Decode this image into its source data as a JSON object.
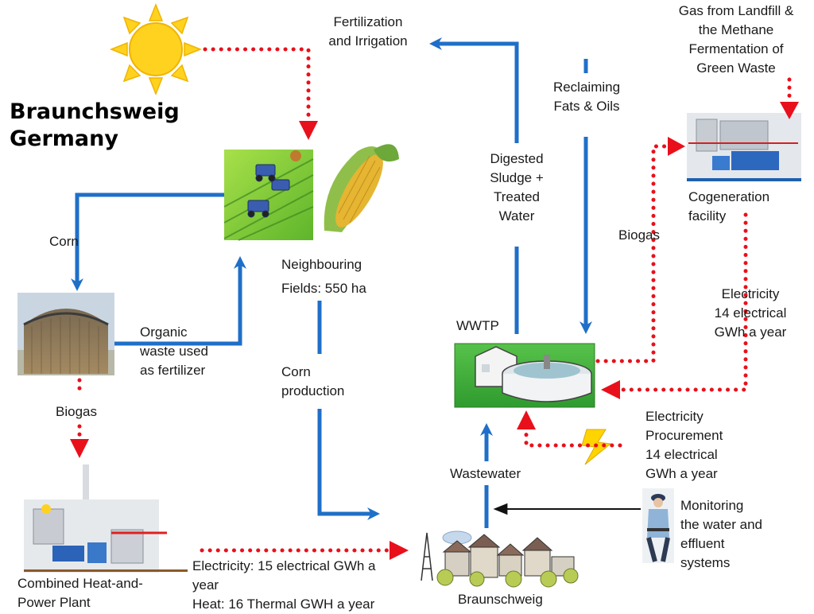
{
  "title": {
    "line1": "Braunchsweig",
    "line2": "Germany"
  },
  "labels": {
    "fertilization_1": "Fertilization",
    "fertilization_2": "and Irrigation",
    "reclaiming_1": "Reclaiming",
    "reclaiming_2": "Fats & Oils",
    "gas_1": "Gas from Landfill &",
    "gas_2": "the Methane",
    "gas_3": "Fermentation of",
    "gas_4": "Green Waste",
    "digested_1": "Digested",
    "digested_2": "Sludge +",
    "digested_3": "Treated",
    "digested_4": "Water",
    "cogeneration_1": "Cogeneration",
    "cogeneration_2": "facility",
    "biogas_right": "Biogas",
    "corn": "Corn",
    "neighbouring_1": "Neighbouring",
    "neighbouring_2": "Fields: 550 ha",
    "electricity_1": "Electricity",
    "electricity_2": "14 electrical",
    "electricity_3": "GWh a year",
    "organic_1": "Organic",
    "organic_2": "waste used",
    "organic_3": "as fertilizer",
    "wwtp": "WWTP",
    "corn_production_1": "Corn",
    "corn_production_2": "production",
    "biogas_left": "Biogas",
    "procurement_1": "Electricity",
    "procurement_2": "Procurement",
    "procurement_3": "14 electrical",
    "procurement_4": "GWh a year",
    "wastewater": "Wastewater",
    "monitoring_1": "Monitoring",
    "monitoring_2": "the water and",
    "monitoring_3": "effluent",
    "monitoring_4": "systems",
    "chp_1": "Combined Heat-and-",
    "chp_2": "Power Plant",
    "elec15_1": "Electricity: 15 electrical GWh a",
    "elec15_2": "year",
    "heat16": "Heat: 16 Thermal GWH a year",
    "braunschweig": "Braunschweig"
  },
  "colors": {
    "flow_arrow": "#1f6fc8",
    "energy_arrow": "#e8101b",
    "monitor_arrow": "#111111",
    "sun": "#ffd21f",
    "lightning": "#ffd400"
  },
  "icons": [
    "sun-icon",
    "fields-illustration",
    "corn-cob-image",
    "biogas-digester-image",
    "chp-plant-image",
    "wwtp-illustration",
    "cogeneration-facility-image",
    "lightning-icon",
    "city-illustration",
    "guard-figure-image"
  ]
}
